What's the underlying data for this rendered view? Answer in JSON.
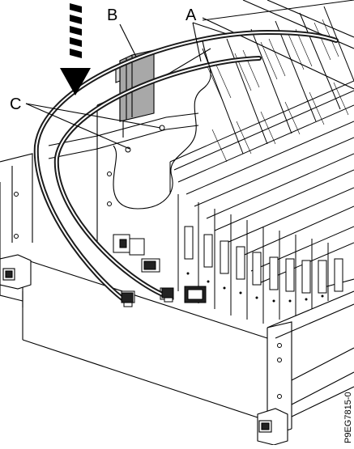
{
  "figure": {
    "callouts": {
      "a": "A",
      "b": "B",
      "c": "C"
    },
    "figure_id": "P9EG7815-0",
    "colors": {
      "line": "#000000",
      "cable": "#1c1c1c",
      "module_fill": "#a8a8a8",
      "background": "#ffffff",
      "arrow": "#000000"
    },
    "icon": "insert-direction-arrow-icon"
  }
}
